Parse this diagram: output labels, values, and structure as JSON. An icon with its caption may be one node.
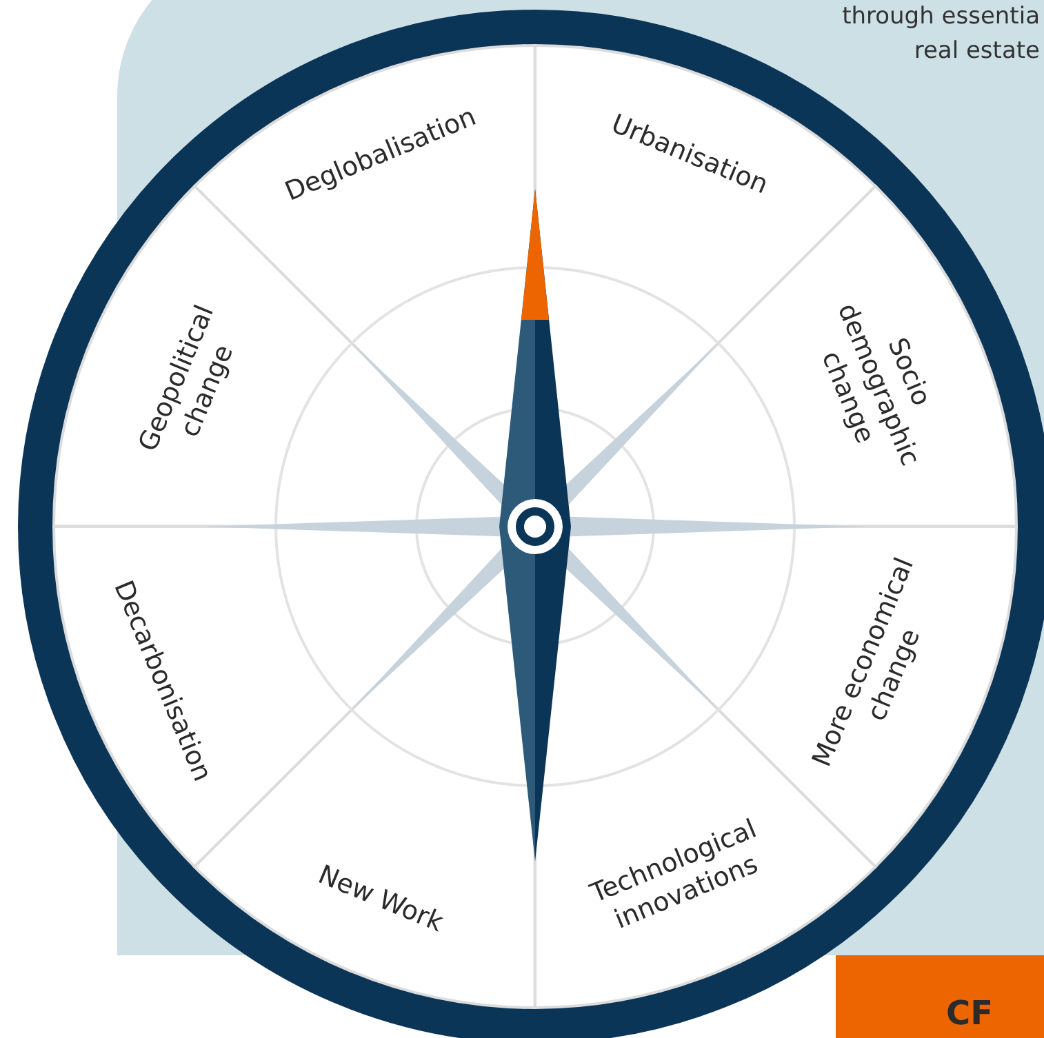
{
  "diagram": {
    "nodes": [
      {
        "text": [],
        "shape": "circle"
      },
      {
        "text": [
          "Deglobalisation"
        ],
        "in": 0
      },
      {
        "text": [
          "Urbanisation"
        ],
        "in": 0
      },
      {
        "text": [
          "Geopolitical change"
        ],
        "in": 0
      },
      {
        "text": [
          "Socio demographic change"
        ],
        "in": 0
      },
      {
        "text": [
          "Decarbonisation"
        ],
        "in": 0
      },
      {
        "text": [
          "More economical change"
        ],
        "in": 0
      },
      {
        "text": [
          "New Work"
        ],
        "in": 0
      },
      {
        "text": [
          "Technological innovations"
        ],
        "in": 0
      },
      {
        "text": [
          "CF"
        ]
      }
    ],
    "edges": [],
    "labels": [
      "through essentia real estate"
    ]
  }
}
